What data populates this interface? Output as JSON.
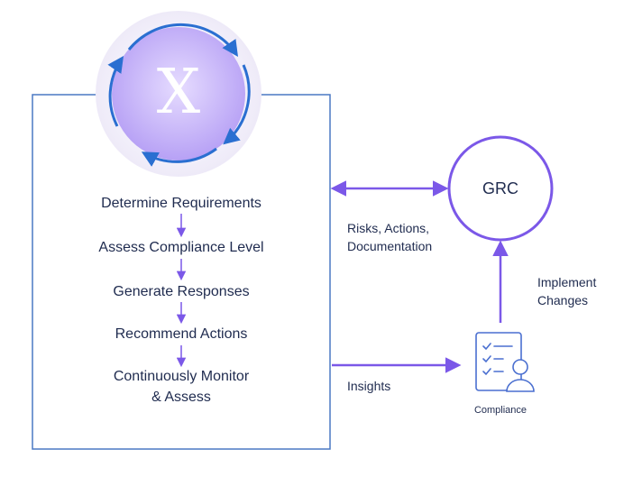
{
  "process": {
    "logo_letter": "X",
    "steps": [
      "Determine Requirements",
      "Assess Compliance Level",
      "Generate Responses",
      "Recommend Actions",
      "Continuously Monitor",
      "& Assess"
    ]
  },
  "grc": {
    "label": "GRC"
  },
  "compliance": {
    "label": "Compliance",
    "icon": "compliance-checklist-person-icon"
  },
  "flows": {
    "bidirectional_label_line1": "Risks, Actions,",
    "bidirectional_label_line2": "Documentation",
    "insights_label": "Insights",
    "implement_label_line1": "Implement",
    "implement_label_line2": "Changes"
  },
  "colors": {
    "box_border": "#4a79c4",
    "arrow": "#7b58e8",
    "logo_ring": "#2a6fd1",
    "text": "#1f2b4f",
    "compliance_icon": "#4a6fd0"
  }
}
